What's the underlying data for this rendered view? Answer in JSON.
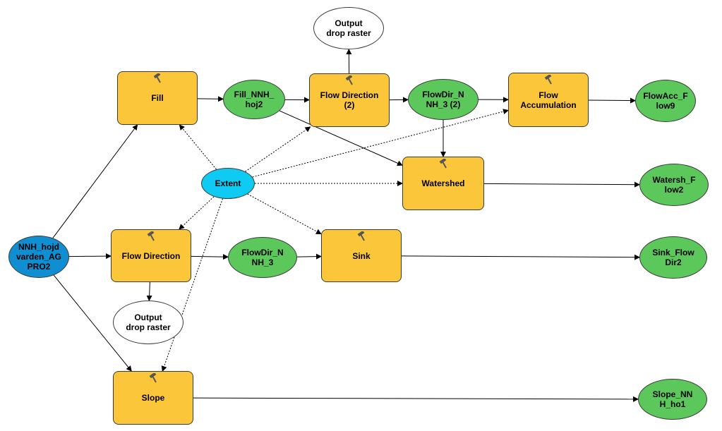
{
  "colors": {
    "tool": "#fcc63b",
    "derived_data": "#5cc85c",
    "input_data": "#0f8fd2",
    "variable": "#0fcaf2",
    "intermediate": "#ffffff",
    "edge": "#000000"
  },
  "nodes": [
    {
      "id": "fill",
      "kind": "tool",
      "label": "Fill",
      "icon": "hammer-icon"
    },
    {
      "id": "fill_out",
      "kind": "derived",
      "label": "Fill_NNH_\nhoj2"
    },
    {
      "id": "flowdir2",
      "kind": "tool",
      "label": "Flow Direction\n(2)",
      "icon": "hammer-icon"
    },
    {
      "id": "drop_top",
      "kind": "intermediate",
      "label": "Output\ndrop raster"
    },
    {
      "id": "flowdir2_out",
      "kind": "derived",
      "label": "FlowDir_N\nNH_3 (2)"
    },
    {
      "id": "flowacc",
      "kind": "tool",
      "label": "Flow\nAccumulation",
      "icon": "hammer-icon"
    },
    {
      "id": "flowacc_out",
      "kind": "derived",
      "label": "FlowAcc_F\nlow9"
    },
    {
      "id": "extent",
      "kind": "variable",
      "label": "Extent"
    },
    {
      "id": "watershed",
      "kind": "tool",
      "label": "Watershed",
      "icon": "hammer-icon"
    },
    {
      "id": "watershed_out",
      "kind": "derived",
      "label": "Watersh_F\nlow2"
    },
    {
      "id": "input",
      "kind": "input",
      "label": "NNH_hojd\nvarden_AG\nPRO2"
    },
    {
      "id": "flowdir",
      "kind": "tool",
      "label": "Flow Direction",
      "icon": "hammer-icon"
    },
    {
      "id": "flowdir_out",
      "kind": "derived",
      "label": "FlowDir_N\nNH_3"
    },
    {
      "id": "sink",
      "kind": "tool",
      "label": "Sink",
      "icon": "hammer-icon"
    },
    {
      "id": "sink_out",
      "kind": "derived",
      "label": "Sink_Flow\nDir2"
    },
    {
      "id": "drop_bottom",
      "kind": "intermediate",
      "label": "Output\ndrop raster"
    },
    {
      "id": "slope",
      "kind": "tool",
      "label": "Slope",
      "icon": "hammer-icon"
    },
    {
      "id": "slope_out",
      "kind": "derived",
      "label": "Slope_NN\nH_ho1"
    }
  ],
  "edges": [
    {
      "from": "input",
      "to": "fill",
      "style": "solid"
    },
    {
      "from": "input",
      "to": "flowdir",
      "style": "solid"
    },
    {
      "from": "input",
      "to": "slope",
      "style": "solid"
    },
    {
      "from": "fill",
      "to": "fill_out",
      "style": "solid"
    },
    {
      "from": "fill_out",
      "to": "flowdir2",
      "style": "solid"
    },
    {
      "from": "fill_out",
      "to": "watershed",
      "style": "solid"
    },
    {
      "from": "flowdir2",
      "to": "drop_top",
      "style": "solid"
    },
    {
      "from": "flowdir2",
      "to": "flowdir2_out",
      "style": "solid"
    },
    {
      "from": "flowdir2_out",
      "to": "flowacc",
      "style": "solid"
    },
    {
      "from": "flowdir2_out",
      "to": "watershed",
      "style": "solid"
    },
    {
      "from": "flowacc",
      "to": "flowacc_out",
      "style": "solid"
    },
    {
      "from": "watershed",
      "to": "watershed_out",
      "style": "solid"
    },
    {
      "from": "flowdir",
      "to": "flowdir_out",
      "style": "solid"
    },
    {
      "from": "flowdir",
      "to": "drop_bottom",
      "style": "solid"
    },
    {
      "from": "flowdir_out",
      "to": "sink",
      "style": "solid"
    },
    {
      "from": "sink",
      "to": "sink_out",
      "style": "solid"
    },
    {
      "from": "slope",
      "to": "slope_out",
      "style": "solid"
    },
    {
      "from": "extent",
      "to": "fill",
      "style": "dotted"
    },
    {
      "from": "extent",
      "to": "flowdir2",
      "style": "dotted"
    },
    {
      "from": "extent",
      "to": "flowacc",
      "style": "dotted"
    },
    {
      "from": "extent",
      "to": "watershed",
      "style": "dotted"
    },
    {
      "from": "extent",
      "to": "flowdir",
      "style": "dotted"
    },
    {
      "from": "extent",
      "to": "sink",
      "style": "dotted"
    },
    {
      "from": "extent",
      "to": "slope",
      "style": "dotted"
    }
  ]
}
